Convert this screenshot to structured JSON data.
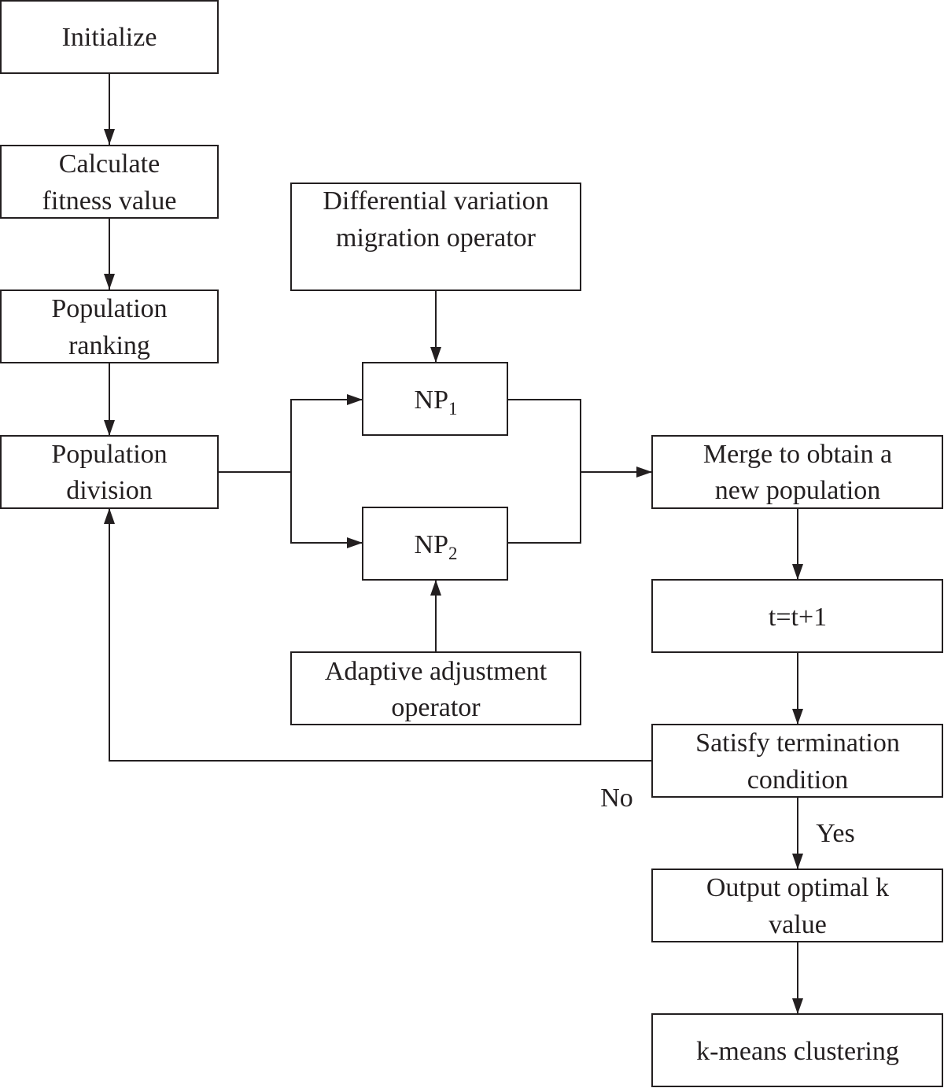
{
  "nodes": {
    "initialize": {
      "lines": [
        "Initialize"
      ]
    },
    "calculate": {
      "lines": [
        "Calculate",
        "fitness value"
      ]
    },
    "ranking": {
      "lines": [
        "Population",
        "ranking"
      ]
    },
    "division": {
      "lines": [
        "Population",
        "division"
      ]
    },
    "differential": {
      "lines": [
        "Differential variation",
        "migration operator"
      ]
    },
    "np1": {
      "base": "NP",
      "sub": "1"
    },
    "np2": {
      "base": "NP",
      "sub": "2"
    },
    "adaptive": {
      "lines": [
        "Adaptive adjustment",
        "operator"
      ]
    },
    "merge": {
      "lines": [
        "Merge to obtain a",
        "new population"
      ]
    },
    "increment": {
      "lines": [
        "t=t+1"
      ]
    },
    "satisfy": {
      "lines": [
        "Satisfy termination",
        "condition"
      ]
    },
    "output": {
      "lines": [
        "Output optimal k",
        "value"
      ]
    },
    "kmeans": {
      "lines": [
        "k-means clustering"
      ]
    }
  },
  "edge_labels": {
    "no": "No",
    "yes": "Yes"
  },
  "colors": {
    "stroke": "#231f20",
    "background": "#ffffff"
  }
}
